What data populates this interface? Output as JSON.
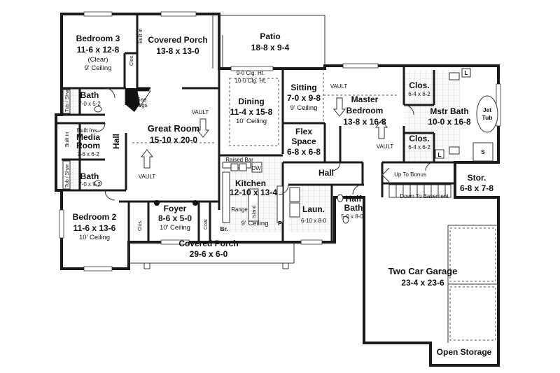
{
  "rooms": {
    "bedroom3": {
      "name": "Bedroom 3",
      "dims": "11-6 x 12-8",
      "note1": "(Clear)",
      "note2": "9' Ceiling"
    },
    "covered_porch_top": {
      "name": "Covered Porch",
      "dims": "13-8 x 13-0"
    },
    "patio": {
      "name": "Patio",
      "dims": "18-8 x 9-4"
    },
    "dining": {
      "name": "Dining",
      "dims": "11-4 x 15-8",
      "note": "10' Ceiling",
      "clg1": "9-0 Clg. Ht.",
      "clg2": "10-0 Clg. Ht."
    },
    "sitting": {
      "name": "Sitting",
      "dims": "7-0 x 9-8",
      "note": "9' Ceiling"
    },
    "master_bedroom": {
      "name1": "Master",
      "name2": "Bedroom",
      "dims": "13-8 x 16-8"
    },
    "clos_top": {
      "name": "Clos.",
      "dims": "6-4 x 6-2"
    },
    "mstr_bath": {
      "name": "Mstr Bath",
      "dims": "10-0 x 16-8"
    },
    "clos_bottom": {
      "name": "Clos.",
      "dims": "6-4 x 6-2"
    },
    "bath_top": {
      "name": "Bath",
      "dims": "7-0 x 5-2"
    },
    "media_room": {
      "name1": "Media",
      "name2": "Room",
      "dims": "7-6 x 6-2"
    },
    "bath_bottom": {
      "name": "Bath",
      "dims": "7-0 x 9-2"
    },
    "great_room": {
      "name": "Great Room",
      "dims": "15-10 x 20-0"
    },
    "flex_space": {
      "name1": "Flex",
      "name2": "Space",
      "dims": "6-8 x 6-8"
    },
    "hall_left": {
      "name": "Hall"
    },
    "hall_center": {
      "name": "Hall"
    },
    "kitchen": {
      "name": "Kitchen",
      "dims": "12-10 x 13-4",
      "note": "9' Ceiling"
    },
    "laundry": {
      "name": "Laun.",
      "dims": "6-10 x 8-0"
    },
    "half_bath": {
      "name1": "Half",
      "name2": "Bath",
      "dims": "5-0 x 8-0"
    },
    "storage": {
      "name": "Stor.",
      "dims": "6-8 x 7-8"
    },
    "bedroom2": {
      "name": "Bedroom 2",
      "dims": "11-6 x 13-6",
      "note": "10' Ceiling"
    },
    "foyer": {
      "name": "Foyer",
      "dims": "8-6 x 5-0",
      "note": "10' Ceiling"
    },
    "covered_porch_front": {
      "name": "Covered Porch",
      "dims": "29-6 x 6-0"
    },
    "garage": {
      "name": "Two Car Garage",
      "dims": "23-4 x 23-6"
    },
    "open_storage": {
      "name": "Open Storage"
    }
  },
  "labels": {
    "vault": "VAULT",
    "gas_logs1": "Gas",
    "gas_logs2": "Logs",
    "clos": "Clos.",
    "coat": "Coat",
    "built_in": "Built In",
    "built_ins": "Built Ins",
    "tub_shwr": "Tub / Shwr",
    "raised_bar": "Raised Bar",
    "dw": "DW",
    "range": "Range",
    "island": "Island",
    "br": "Br.",
    "p": "P",
    "l": "L",
    "s": "S",
    "jet_tub1": "Jet",
    "jet_tub2": "Tub",
    "up_to_bonus": "Up To Bonus",
    "down_to_basement": "Down To Basement"
  }
}
